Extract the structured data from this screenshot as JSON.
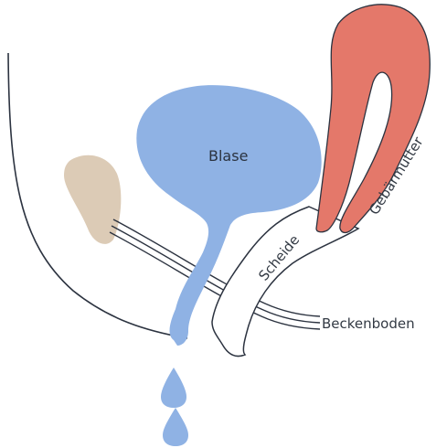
{
  "labels": {
    "bladder": "Blase",
    "uterus": "Gebärmutter",
    "vagina": "Scheide",
    "pelvic_floor": "Beckenboden"
  },
  "colors": {
    "bladder": "#8fb2e4",
    "uterus": "#e4786a",
    "bone": "#dccbb6",
    "outline": "#2c3340"
  }
}
